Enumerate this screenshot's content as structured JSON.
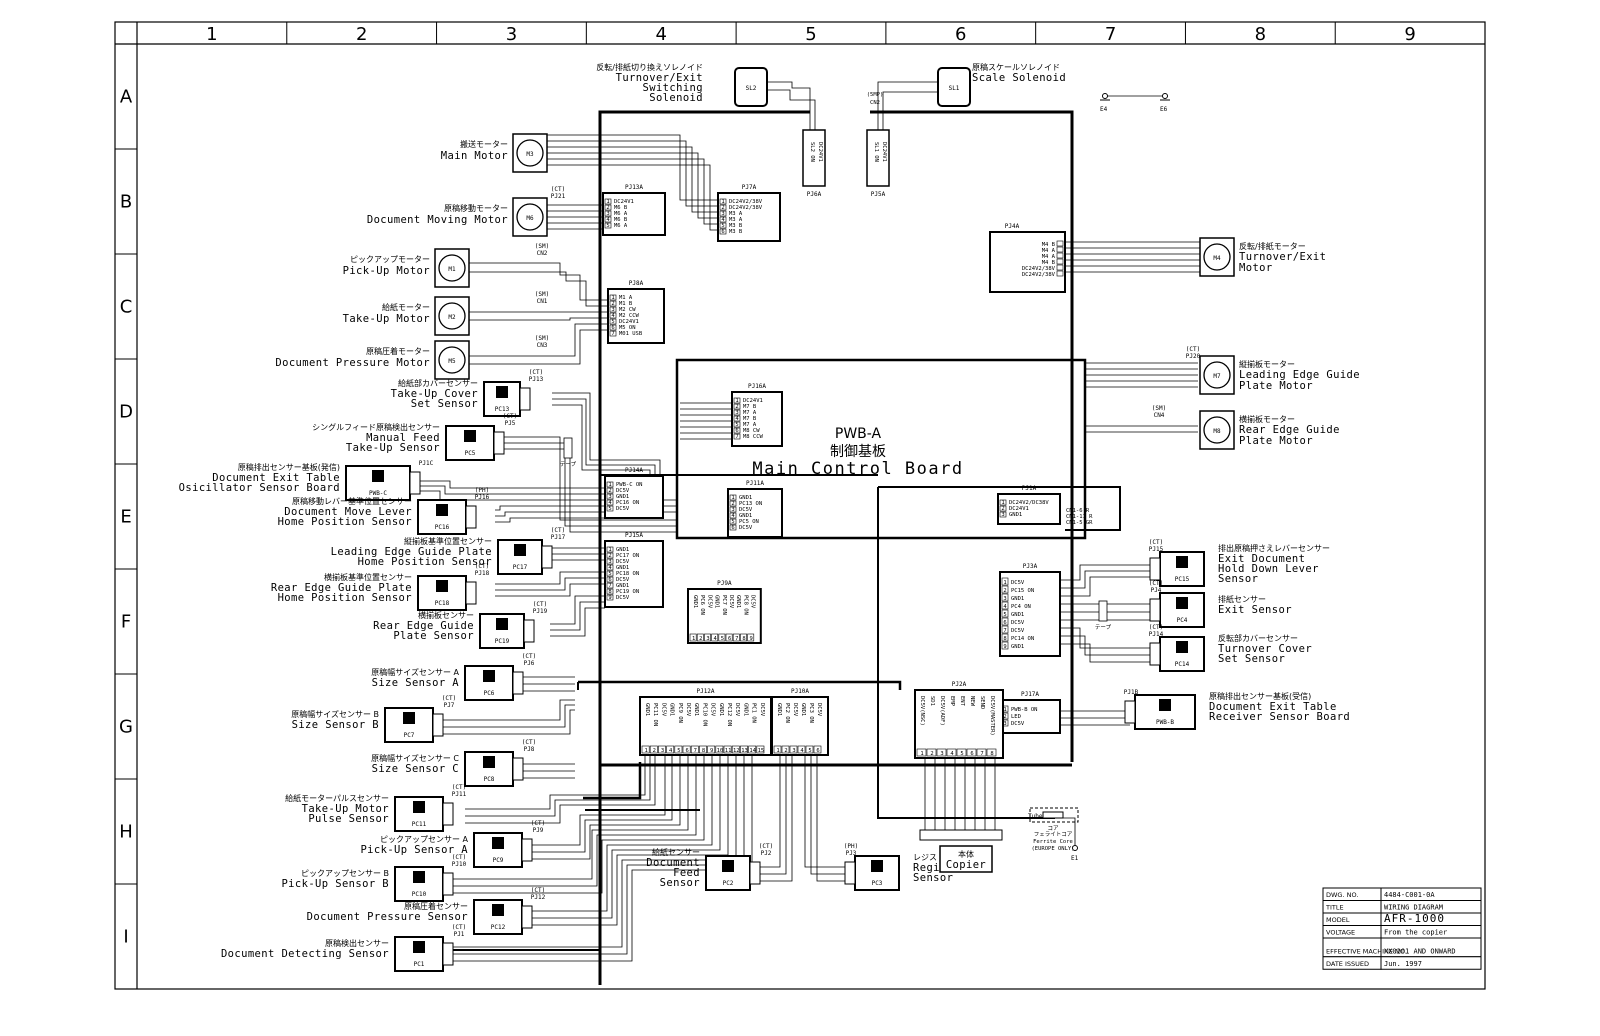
{
  "sheet": {
    "columns": [
      "1",
      "2",
      "3",
      "4",
      "5",
      "6",
      "7",
      "8",
      "9"
    ],
    "rows": [
      "A",
      "B",
      "C",
      "D",
      "E",
      "F",
      "G",
      "H",
      "I"
    ]
  },
  "board": {
    "name": "PWB-A",
    "name_jp": "制御基板",
    "label": "Main Control Board"
  },
  "solenoids": [
    {
      "id": "SL2",
      "jp": "反転/排紙切り換えソレノイド",
      "en": [
        "Turnover/Exit",
        "Switching",
        "Solenoid"
      ],
      "jack": "PJ6A",
      "signal": [
        "SL2 ON",
        "DC24V1"
      ]
    },
    {
      "id": "SL1",
      "jp": "原稿スケールソレノイド",
      "en": [
        "Scale Solenoid"
      ],
      "jack": "PJ5A",
      "signal": [
        "SL1 ON",
        "DC24V1"
      ],
      "conn": "CN2",
      "conn_type": "(5MP)"
    }
  ],
  "ground": {
    "left": "E4",
    "right": "E6",
    "earth": "E1"
  },
  "motors_left": [
    {
      "id": "M3",
      "jp": "搬送モーター",
      "en": "Main Motor"
    },
    {
      "id": "M6",
      "jp": "原稿移動モーター",
      "en": "Document Moving Motor",
      "jack": "PJ21",
      "type": "(CT)"
    },
    {
      "id": "M1",
      "jp": "ピックアップモーター",
      "en": "Pick-Up Motor",
      "conn": "CN2",
      "type": "(SM)"
    },
    {
      "id": "M2",
      "jp": "給紙モーター",
      "en": "Take-Up Motor",
      "conn": "CN1",
      "type": "(SM)"
    },
    {
      "id": "M5",
      "jp": "原稿圧着モーター",
      "en": "Document Pressure Motor",
      "conn": "CN3",
      "type": "(SM)"
    }
  ],
  "motors_right": [
    {
      "id": "M4",
      "jp": "反転/排紙モーター",
      "en": [
        "Turnover/Exit",
        "Motor"
      ]
    },
    {
      "id": "M7",
      "jp": "縦揃板モーター",
      "en": [
        "Leading Edge Guide",
        "Plate Motor"
      ],
      "jack": "PJ20",
      "type": "(CT)"
    },
    {
      "id": "M8",
      "jp": "横揃板モーター",
      "en": [
        "Rear Edge Guide",
        "Plate Motor"
      ],
      "conn": "CN4",
      "type": "(SM)"
    }
  ],
  "sensors_left": [
    {
      "id": "PC13",
      "jp": "給紙部カバーセンサー",
      "en": [
        "Take-Up Cover",
        "Set Sensor"
      ],
      "jack": "PJ13",
      "type": "(CT)"
    },
    {
      "id": "PC5",
      "jp": "シングルフィード原稿検出センサー",
      "en": [
        "Manual Feed",
        "Take-Up Sensor"
      ],
      "jack": "PJ5",
      "type": "(CT)"
    },
    {
      "id": "PWB-C",
      "jp": "原稿排出センサー基板(発信)",
      "en": [
        "Document Exit Table",
        "Osicillator Sensor Board"
      ],
      "jack": "PJ1C"
    },
    {
      "id": "PC16",
      "jp": "原稿移動レバー基準位置センサー",
      "en": [
        "Document Move Lever",
        "Home Position Sensor"
      ],
      "jack": "PJ16",
      "type": "(PH)"
    },
    {
      "id": "PC17",
      "jp": "縦揃板基準位置センサー",
      "en": [
        "Leading Edge Guide Plate",
        "Home Position Sensor"
      ],
      "jack": "PJ17",
      "type": "(CT)"
    },
    {
      "id": "PC18",
      "jp": "横揃板基準位置センサー",
      "en": [
        "Rear Edge Guide Plate",
        "Home Position Sensor"
      ],
      "jack": "PJ18",
      "type": "(CT)"
    },
    {
      "id": "PC19",
      "jp": "横揃板センサー",
      "en": [
        "Rear Edge Guide",
        "Plate Sensor"
      ],
      "jack": "PJ19",
      "type": "(CT)"
    },
    {
      "id": "PC6",
      "jp": "原稿幅サイズセンサー A",
      "en": [
        "Size Sensor A"
      ],
      "jack": "PJ6",
      "type": "(CT)"
    },
    {
      "id": "PC7",
      "jp": "原稿幅サイズセンサー B",
      "en": [
        "Size Sensor B"
      ],
      "jack": "PJ7",
      "type": "(CT)"
    },
    {
      "id": "PC8",
      "jp": "原稿幅サイズセンサー C",
      "en": [
        "Size Sensor C"
      ],
      "jack": "PJ8",
      "type": "(CT)"
    },
    {
      "id": "PC11",
      "jp": "給紙モーターパルスセンサー",
      "en": [
        "Take-Up Motor",
        "Pulse Sensor"
      ],
      "jack": "PJ11",
      "type": "(CT)"
    },
    {
      "id": "PC9",
      "jp": "ピックアップセンサー A",
      "en": [
        "Pick-Up Sensor A"
      ],
      "jack": "PJ9",
      "type": "(CT)"
    },
    {
      "id": "PC10",
      "jp": "ピックアップセンサー B",
      "en": [
        "Pick-Up Sensor B"
      ],
      "jack": "PJ10",
      "type": "(CT)"
    },
    {
      "id": "PC12",
      "jp": "原稿圧着センサー",
      "en": [
        "Document Pressure Sensor"
      ],
      "jack": "PJ12",
      "type": "(CT)"
    },
    {
      "id": "PC1",
      "jp": "原稿検出センサー",
      "en": [
        "Document Detecting Sensor"
      ],
      "jack": "PJ1",
      "type": "(CT)"
    }
  ],
  "sensors_right": [
    {
      "id": "PC15",
      "jp": "排出原稿押さえレバーセンサー",
      "en": [
        "Exit Document",
        "Hold Down Lever",
        "Sensor"
      ],
      "jack": "PJ15",
      "type": "(CT)"
    },
    {
      "id": "PC4",
      "jp": "排紙センサー",
      "en": [
        "Exit Sensor"
      ],
      "jack": "PJ4",
      "type": "(CT)"
    },
    {
      "id": "PC14",
      "jp": "反転部カバーセンサー",
      "en": [
        "Turnover Cover",
        "Set Sensor"
      ],
      "jack": "PJ14",
      "type": "(CT)"
    },
    {
      "id": "PWB-B",
      "jp": "原稿排出センサー基板(受信)",
      "en": [
        "Document Exit Table",
        "Receiver Sensor Board"
      ],
      "jack": "PJ1B"
    }
  ],
  "sensors_bottom": [
    {
      "id": "PC2",
      "jp": "給紙センサー",
      "en": [
        "Document",
        "Feed",
        "Sensor"
      ],
      "jack": "PJ2",
      "type": "(CT)"
    },
    {
      "id": "PC3",
      "jp": "レジストセンサー",
      "en": [
        "Registration",
        "Sensor"
      ],
      "jack": "PJ3",
      "type": "(PH)"
    }
  ],
  "jacks": {
    "PJ13A": [
      "DC24V1",
      "M6 B",
      "M6 A",
      "M6 B",
      "M6 A"
    ],
    "PJ7A": [
      "DC24V2/38V",
      "DC24V2/38V",
      "M3 A",
      "M3 A",
      "M3 B",
      "M3 B"
    ],
    "PJ8A": [
      "M1 A",
      "M1 B",
      "M2 CW",
      "M2 CCW",
      "DC24V1",
      "M5 ON",
      "M01 USB"
    ],
    "PJ4A": [
      "M4 B",
      "M4 A",
      "M4 A",
      "M4 B",
      "DC24V2/38V",
      "DC24V2/38V"
    ],
    "PJ16A": [
      "DC24V1",
      "M7 B",
      "M7 A",
      "M7 B",
      "M7 A",
      "M8 CW",
      "M8 CCW"
    ],
    "PJ14A": [
      "PWB-C ON",
      "DC5V",
      "GND1",
      "PC16 ON",
      "DC5V"
    ],
    "PJ11A": [
      "GND1",
      "PC13 ON",
      "DC5V",
      "GND1",
      "PC5 ON",
      "DC5V"
    ],
    "PJ15A": [
      "GND1",
      "PC17 ON",
      "DC5V",
      "GND1",
      "PC18 ON",
      "DC5V",
      "GND1",
      "PC19 ON",
      "DC5V"
    ],
    "PJ9A": [
      "GND1",
      "PC6 ON",
      "DC5V",
      "GND1",
      "PC7 ON",
      "DC5V",
      "GND1",
      "PC8 ON",
      "DC5V"
    ],
    "PJ12A": [
      "GND1",
      "PC11 ON",
      "DC5V",
      "GND1",
      "PC9 ON",
      "DC5V",
      "GND1",
      "PC10 ON",
      "DC5V",
      "GND1",
      "PC12 ON",
      "DC5V",
      "GND1",
      "PC1 ON",
      "DC5V"
    ],
    "PJ10A": [
      "GND1",
      "PC2 ON",
      "DC5V",
      "GND1",
      "PC3 ON",
      "DC5V"
    ],
    "PJ1A": [
      "DC24V2/DC38V",
      "DC24V1",
      "GND1"
    ],
    "PJ1A_wires": [
      "CN1-6  R",
      "CN1-11 R",
      "CN1-5  GR"
    ],
    "PJ3A": [
      "DC5V",
      "PC15 ON",
      "GND1",
      "PC4 ON",
      "GND1",
      "DC5V",
      "DC5V",
      "PC14 ON",
      "GND1"
    ],
    "PJ17A": [
      "PWB-B ON",
      "LED",
      "DC5V"
    ],
    "PJ2A": [
      "DC5V(NSC)",
      "SD1",
      "DC5V(ADF)",
      "EMP",
      "ENT",
      "NEW",
      "SEND",
      "DC5V(MASTER)"
    ]
  },
  "copier": {
    "jp": "本体",
    "label": "Copier",
    "tube": "Tube",
    "core_jp": "フェライトコア",
    "core": "Ferrite Core",
    "core_note": "(EUROPE ONLY)",
    "core_jp2": "コア"
  },
  "tape": "テープ",
  "title_block": [
    {
      "k": "DWG. NO.",
      "v": "4484-C001-0A"
    },
    {
      "k": "TITLE",
      "v": "WIRING DIAGRAM"
    },
    {
      "k": "MODEL",
      "v": "AFR-1000"
    },
    {
      "k": "VOLTAGE",
      "v": "From the copier"
    },
    {
      "k": "EFFECTIVE MACHINE NO.",
      "v": "XX0201 AND ONWARD"
    },
    {
      "k": "DATE ISSUED",
      "v": "Jun. 1997"
    }
  ]
}
